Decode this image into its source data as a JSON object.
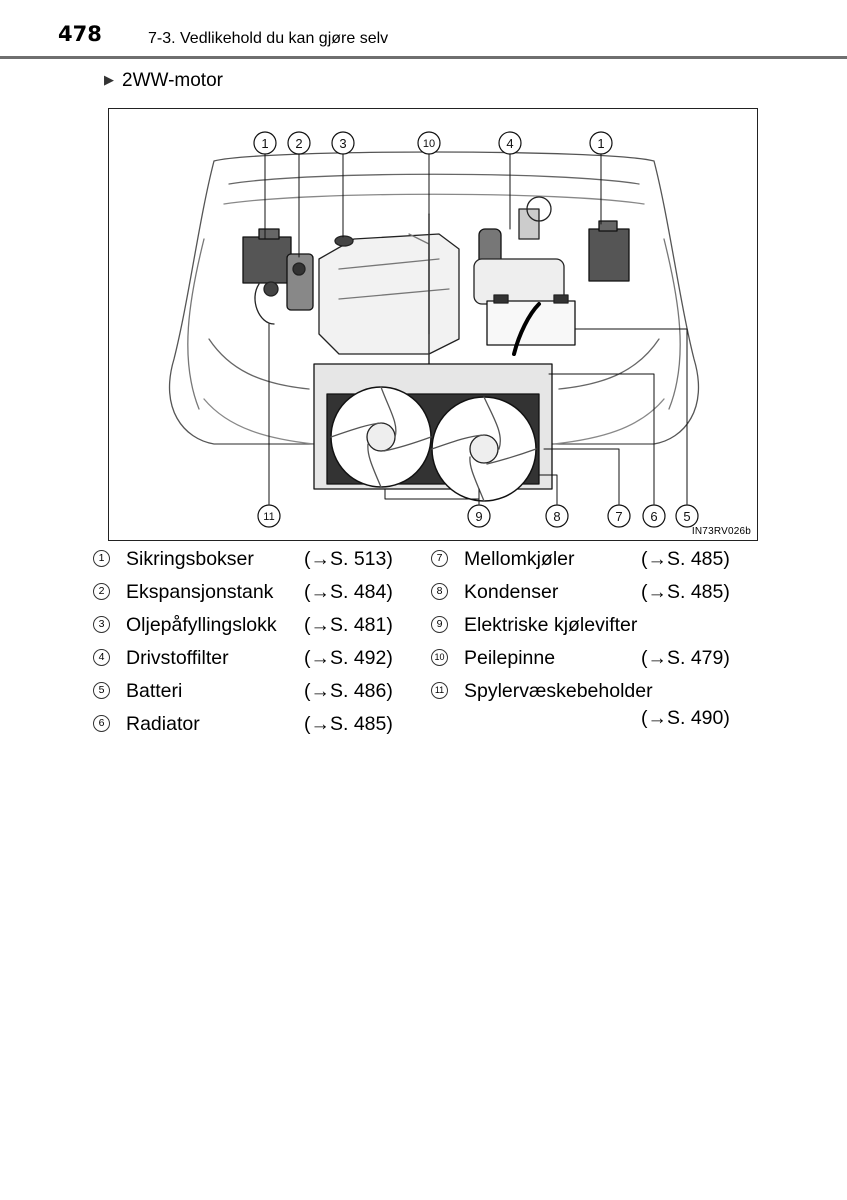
{
  "header": {
    "page_number": "478",
    "section": "7-3. Vedlikehold du kan gjøre selv"
  },
  "subheading": "2WW-motor",
  "figure": {
    "id_label": "IN73RV026b",
    "callouts": [
      "1",
      "2",
      "3",
      "10",
      "4",
      "1",
      "11",
      "9",
      "8",
      "7",
      "6",
      "5"
    ]
  },
  "legend": {
    "left": [
      {
        "num": "1",
        "name": "Sikringsbokser",
        "ref": "(→S. 513)"
      },
      {
        "num": "2",
        "name": "Ekspansjonstank",
        "ref": "(→S. 484)"
      },
      {
        "num": "3",
        "name": "Oljepåfyllingslokk",
        "ref": "(→S. 481)"
      },
      {
        "num": "4",
        "name": "Drivstoffilter",
        "ref": "(→S. 492)"
      },
      {
        "num": "5",
        "name": "Batteri",
        "ref": "(→S. 486)"
      },
      {
        "num": "6",
        "name": "Radiator",
        "ref": "(→S. 485)"
      }
    ],
    "right": [
      {
        "num": "7",
        "name": "Mellomkjøler",
        "ref": "(→S. 485)"
      },
      {
        "num": "8",
        "name": "Kondenser",
        "ref": "(→S. 485)"
      },
      {
        "num": "9",
        "name": "Elektriske kjølevifter",
        "ref": ""
      },
      {
        "num": "10",
        "name": "Peilepinne",
        "ref": "(→S. 479)"
      },
      {
        "num": "11",
        "name": "Spylervæskebeholder",
        "ref": "(→S. 490)"
      }
    ]
  }
}
